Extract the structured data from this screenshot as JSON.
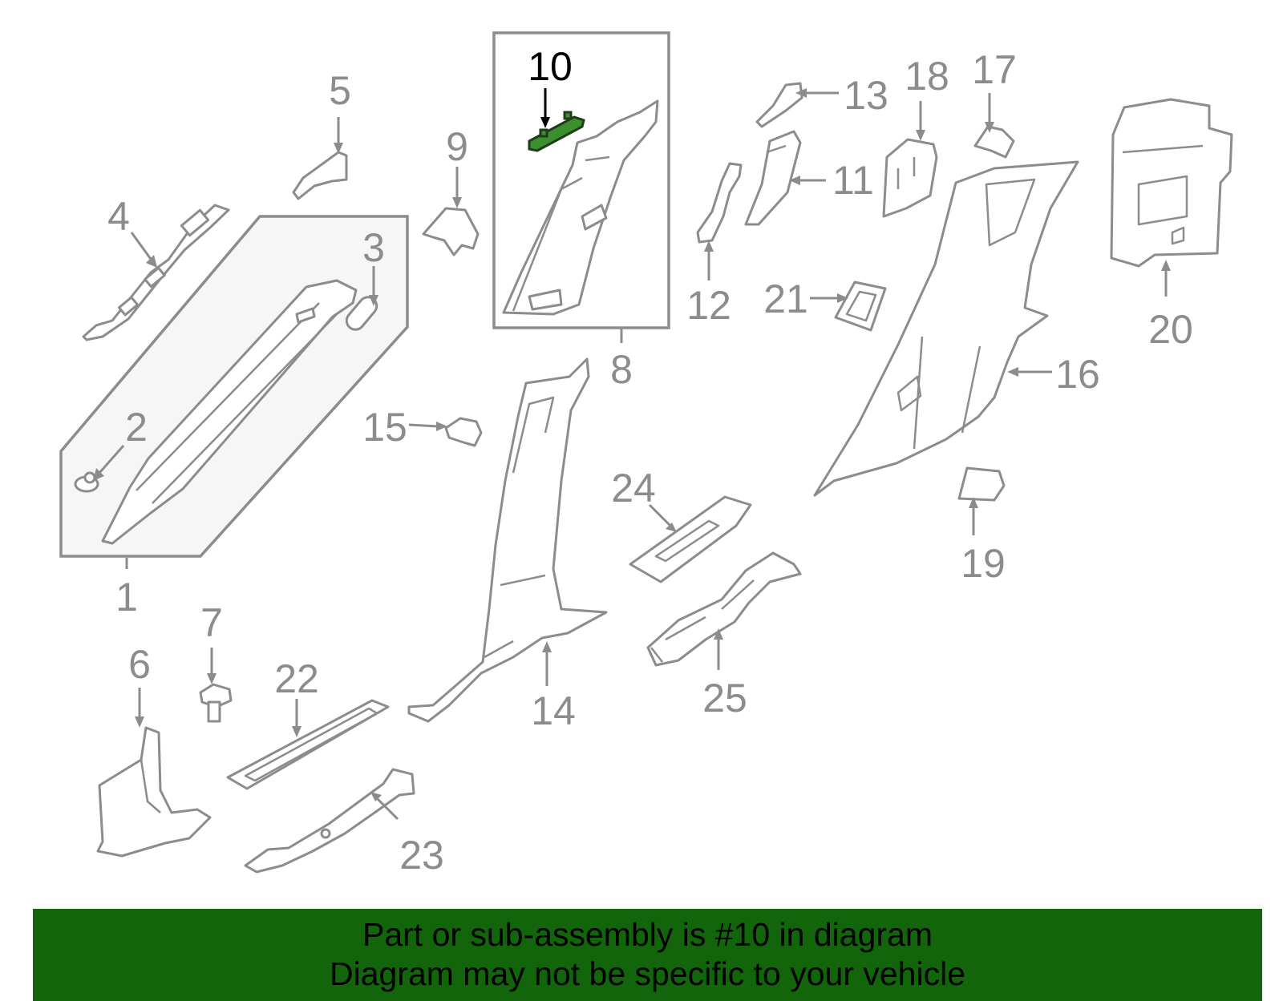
{
  "diagram": {
    "highlight_color": "#3c8f2e",
    "callouts": [
      {
        "id": "1",
        "label": "1"
      },
      {
        "id": "2",
        "label": "2"
      },
      {
        "id": "3",
        "label": "3"
      },
      {
        "id": "4",
        "label": "4"
      },
      {
        "id": "5",
        "label": "5"
      },
      {
        "id": "6",
        "label": "6"
      },
      {
        "id": "7",
        "label": "7"
      },
      {
        "id": "8",
        "label": "8"
      },
      {
        "id": "9",
        "label": "9"
      },
      {
        "id": "10",
        "label": "10",
        "highlighted": true
      },
      {
        "id": "11",
        "label": "11"
      },
      {
        "id": "12",
        "label": "12"
      },
      {
        "id": "13",
        "label": "13"
      },
      {
        "id": "14",
        "label": "14"
      },
      {
        "id": "15",
        "label": "15"
      },
      {
        "id": "16",
        "label": "16"
      },
      {
        "id": "17",
        "label": "17"
      },
      {
        "id": "18",
        "label": "18"
      },
      {
        "id": "19",
        "label": "19"
      },
      {
        "id": "20",
        "label": "20"
      },
      {
        "id": "21",
        "label": "21"
      },
      {
        "id": "22",
        "label": "22"
      },
      {
        "id": "23",
        "label": "23"
      },
      {
        "id": "24",
        "label": "24"
      },
      {
        "id": "25",
        "label": "25"
      }
    ]
  },
  "footer": {
    "line1": "Part or sub-assembly is #10 in diagram",
    "line2": "Diagram may not be specific to your vehicle",
    "background": "#12650a"
  }
}
